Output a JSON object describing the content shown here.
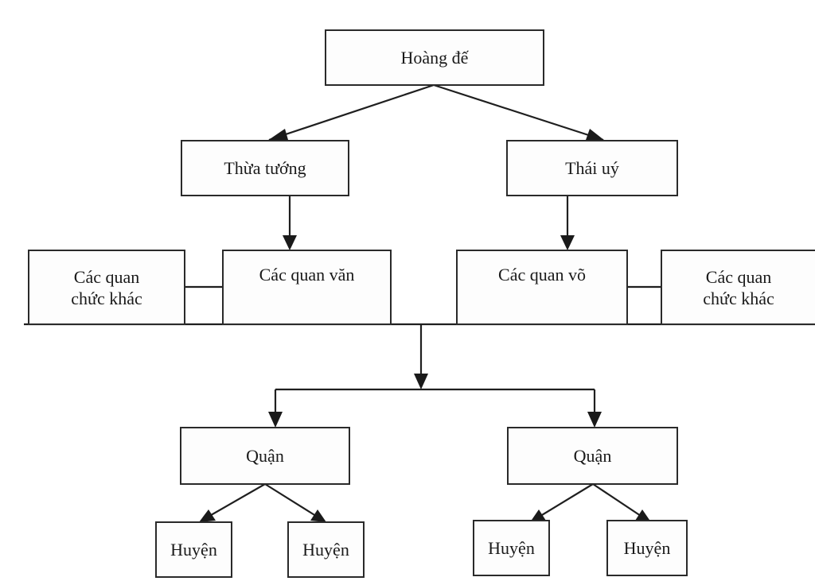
{
  "diagram": {
    "title": "",
    "nodes": {
      "emperor": "Hoàng đế",
      "chancellor": "Thừa tướng",
      "grand_commandant": "Thái uý",
      "civil_officials": "Các quan văn",
      "military_officials": "Các quan võ",
      "other_officials_left": [
        "Các quan",
        "chức khác"
      ],
      "other_officials_right": [
        "Các quan",
        "chức khác"
      ],
      "commandery_left": "Quận",
      "commandery_right": "Quận",
      "county_1": "Huyện",
      "county_2": "Huyện",
      "county_3": "Huyện",
      "county_4": "Huyện"
    },
    "edges": [
      {
        "from": "emperor",
        "to": "chancellor",
        "type": "arrow"
      },
      {
        "from": "emperor",
        "to": "grand_commandant",
        "type": "arrow"
      },
      {
        "from": "chancellor",
        "to": "civil_officials",
        "type": "arrow"
      },
      {
        "from": "grand_commandant",
        "to": "military_officials",
        "type": "arrow"
      },
      {
        "from": "other_officials_left",
        "to": "civil_officials",
        "type": "line"
      },
      {
        "from": "military_officials",
        "to": "other_officials_right",
        "type": "line"
      },
      {
        "from": "officials_row",
        "to": "commandery_left",
        "type": "arrow"
      },
      {
        "from": "officials_row",
        "to": "commandery_right",
        "type": "arrow"
      },
      {
        "from": "commandery_left",
        "to": "county_1",
        "type": "arrow"
      },
      {
        "from": "commandery_left",
        "to": "county_2",
        "type": "arrow"
      },
      {
        "from": "commandery_right",
        "to": "county_3",
        "type": "arrow"
      },
      {
        "from": "commandery_right",
        "to": "county_4",
        "type": "arrow"
      }
    ]
  }
}
